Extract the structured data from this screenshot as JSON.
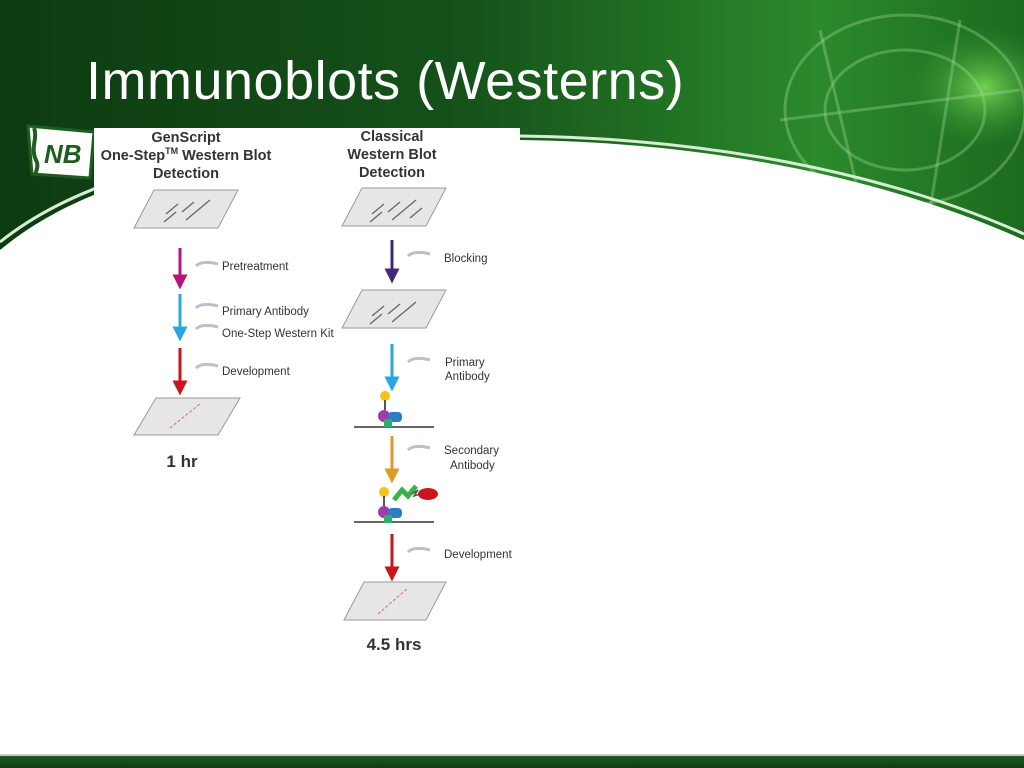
{
  "slide": {
    "title": "Immunoblots (Westerns)",
    "logo_text": "NB",
    "colors": {
      "header_dark": "#0c3a10",
      "header_mid": "#1e6e22",
      "header_light": "#4fb83a",
      "pretreatment_arrow": "#b3177e",
      "primary_arrow": "#29a8df",
      "development_arrow": "#c8161e",
      "blocking_arrow": "#41287f",
      "secondary_arrow": "#e09a2a"
    }
  },
  "diagram": {
    "left_column": {
      "heading": [
        "GenScript",
        "One-Step",
        "TM",
        " Western Blot",
        "Detection"
      ],
      "steps": [
        {
          "label": "Pretreatment",
          "color": "#b3177e"
        },
        {
          "label": "Primary Antibody",
          "color": "#29a8df"
        },
        {
          "label": "One-Step Western Kit",
          "color": "#29a8df"
        },
        {
          "label": "Development",
          "color": "#c8161e"
        }
      ],
      "time": "1 hr"
    },
    "right_column": {
      "heading": [
        "Classical",
        "Western Blot",
        "Detection"
      ],
      "steps": [
        {
          "label": "Blocking",
          "color": "#41287f"
        },
        {
          "label": [
            "Primary",
            "Antibody"
          ],
          "color": "#29a8df"
        },
        {
          "label": [
            "Secondary",
            "Antibody"
          ],
          "color": "#e09a2a"
        },
        {
          "label": "Development",
          "color": "#c8161e"
        }
      ],
      "time": "4.5 hrs"
    }
  }
}
